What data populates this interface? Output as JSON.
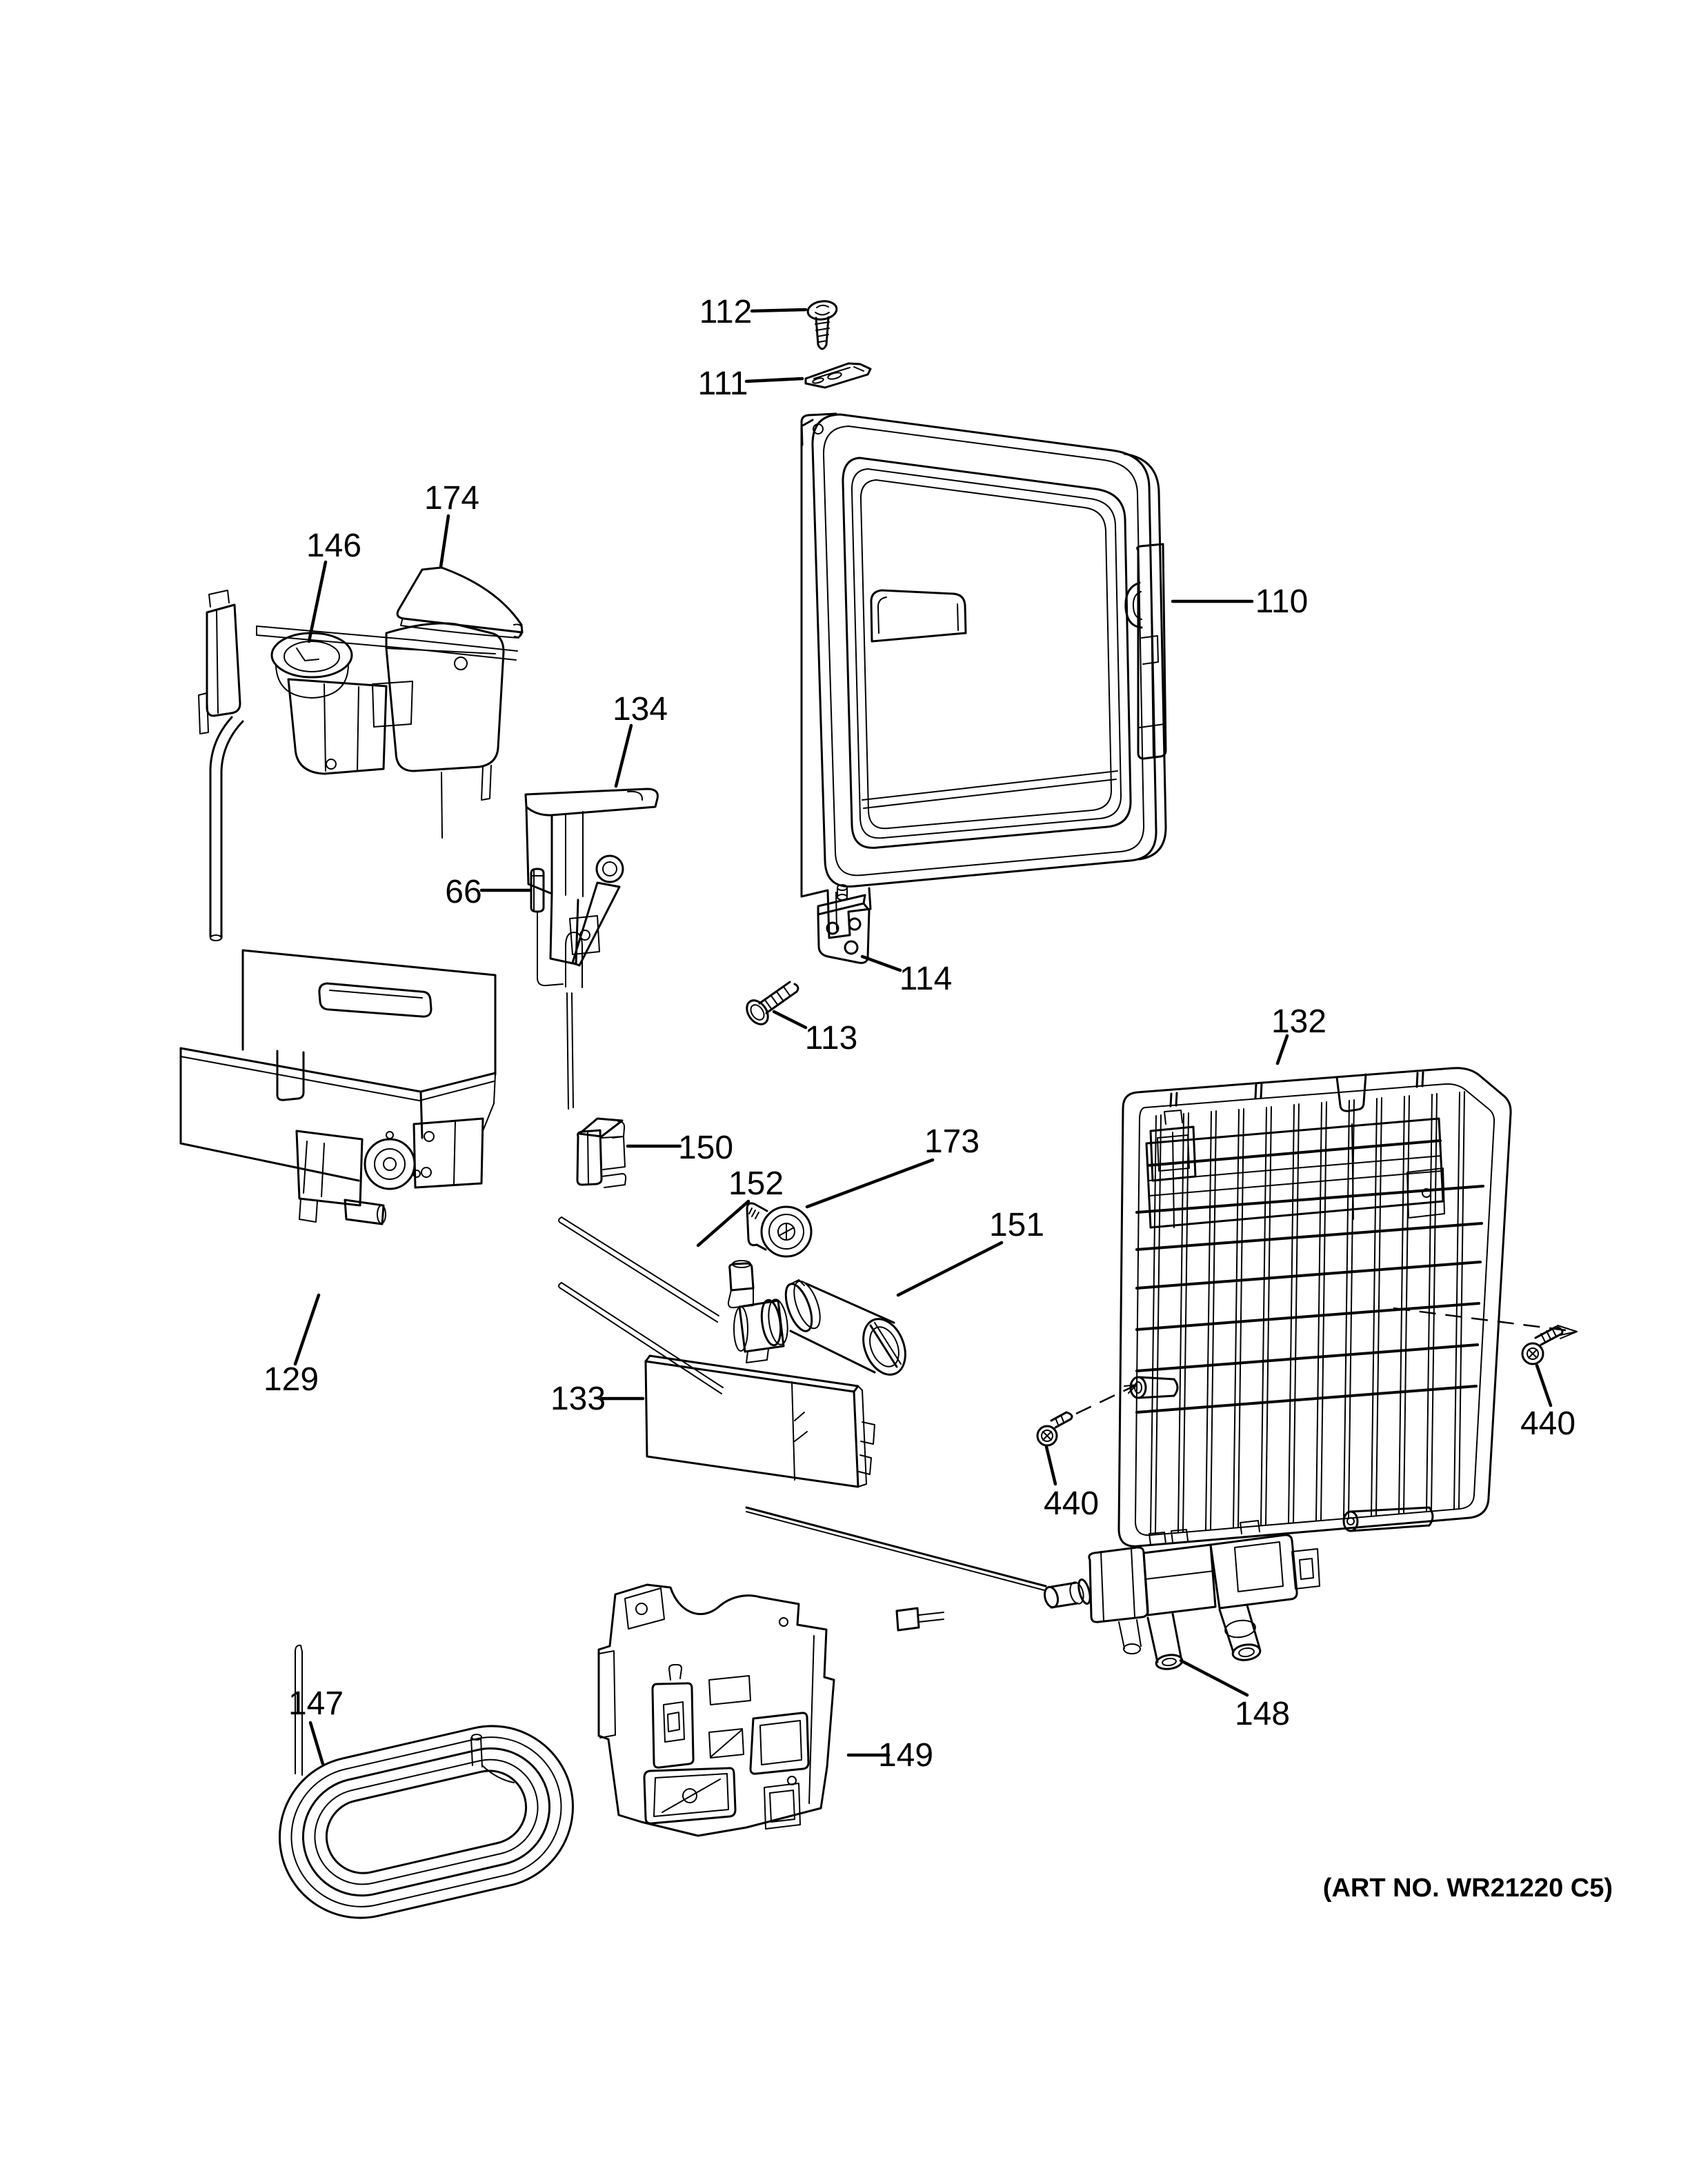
{
  "diagram": {
    "art_no": "(ART NO. WR21220 C5)",
    "callouts": [
      {
        "id": "112",
        "label": "112"
      },
      {
        "id": "111",
        "label": "111"
      },
      {
        "id": "174",
        "label": "174"
      },
      {
        "id": "146",
        "label": "146"
      },
      {
        "id": "110",
        "label": "110"
      },
      {
        "id": "134",
        "label": "134"
      },
      {
        "id": "66",
        "label": "66"
      },
      {
        "id": "113",
        "label": "113"
      },
      {
        "id": "114",
        "label": "114"
      },
      {
        "id": "132",
        "label": "132"
      },
      {
        "id": "150",
        "label": "150"
      },
      {
        "id": "173",
        "label": "173"
      },
      {
        "id": "152",
        "label": "152"
      },
      {
        "id": "151",
        "label": "151"
      },
      {
        "id": "129",
        "label": "129"
      },
      {
        "id": "133",
        "label": "133"
      },
      {
        "id": "440-left",
        "label": "440"
      },
      {
        "id": "440-right",
        "label": "440"
      },
      {
        "id": "147",
        "label": "147"
      },
      {
        "id": "148",
        "label": "148"
      },
      {
        "id": "149",
        "label": "149"
      }
    ]
  }
}
